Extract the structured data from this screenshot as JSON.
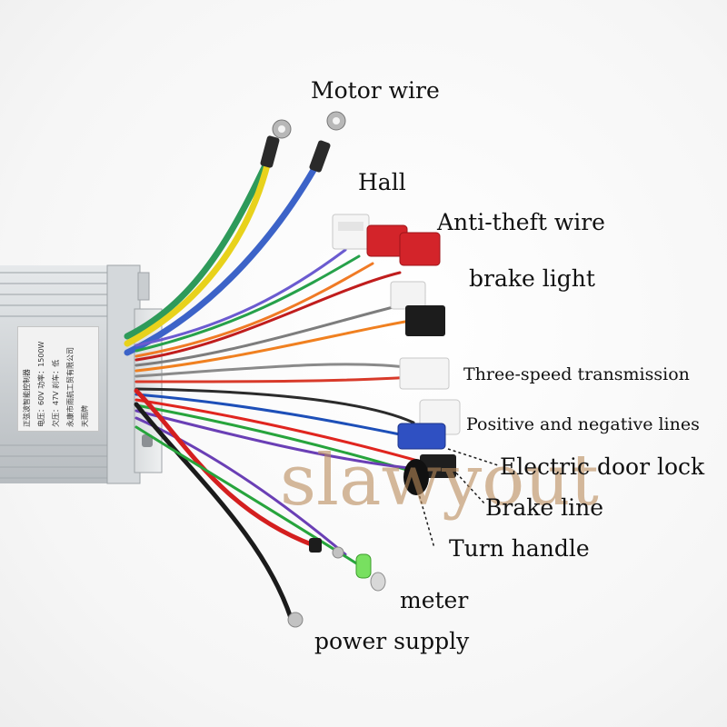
{
  "image": {
    "background": "#f7f7f7",
    "watermark": "slawyout",
    "controller_color": "#cfd3d6",
    "label_color": "#111111"
  },
  "sticker": {
    "lines": [
      "正弦波智能控制器",
      "电压：60V  功率：1500W",
      "欠压：47V  刹车：低",
      "永康市雨航工贸有限公司",
      "天雨牌"
    ]
  },
  "labels": {
    "motor_wire": "Motor wire",
    "hall": "Hall",
    "anti_theft_wire": "Anti-theft wire",
    "brake_light": "brake light",
    "three_speed_transmission": "Three-speed transmission",
    "positive_negative_lines": "Positive and negative lines",
    "electric_door_lock": "Electric door lock",
    "brake_line": "Brake line",
    "turn_handle": "Turn handle",
    "meter": "meter",
    "power_supply": "power supply"
  }
}
